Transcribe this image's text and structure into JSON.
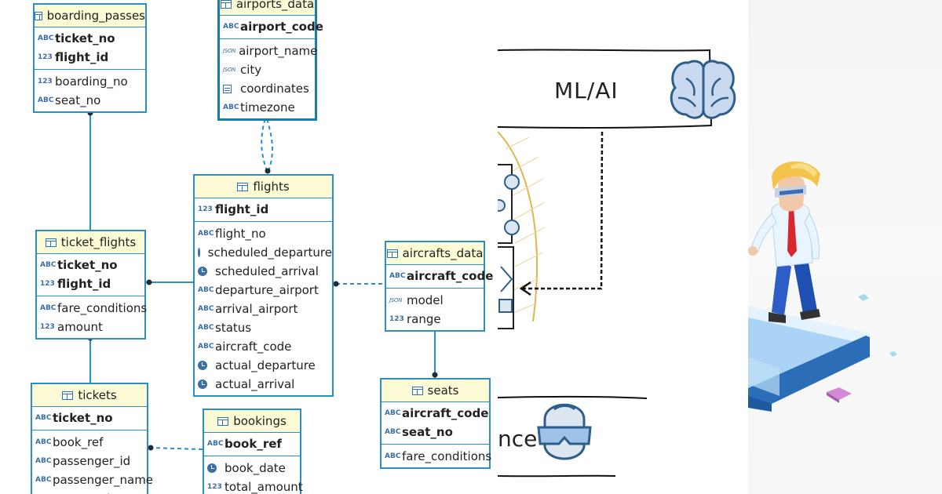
{
  "entities": {
    "boarding_passes": {
      "title": "boarding_passes",
      "keys": [
        {
          "type": "ABC",
          "name": "ticket_no"
        },
        {
          "type": "123",
          "name": "flight_id"
        }
      ],
      "cols": [
        {
          "type": "123",
          "name": "boarding_no"
        },
        {
          "type": "ABC",
          "name": "seat_no"
        }
      ]
    },
    "airports_data": {
      "title": "airports_data",
      "keys": [
        {
          "type": "ABC",
          "name": "airport_code"
        }
      ],
      "cols": [
        {
          "type": "JSON",
          "name": "airport_name"
        },
        {
          "type": "JSON",
          "name": "city"
        },
        {
          "type": "grid",
          "name": "coordinates"
        },
        {
          "type": "ABC",
          "name": "timezone"
        }
      ]
    },
    "flights": {
      "title": "flights",
      "keys": [
        {
          "type": "123",
          "name": "flight_id"
        }
      ],
      "cols": [
        {
          "type": "ABC",
          "name": "flight_no"
        },
        {
          "type": "clock",
          "name": "scheduled_departure"
        },
        {
          "type": "clock",
          "name": "scheduled_arrival"
        },
        {
          "type": "ABC",
          "name": "departure_airport"
        },
        {
          "type": "ABC",
          "name": "arrival_airport"
        },
        {
          "type": "ABC",
          "name": "status"
        },
        {
          "type": "ABC",
          "name": "aircraft_code"
        },
        {
          "type": "clock",
          "name": "actual_departure"
        },
        {
          "type": "clock",
          "name": "actual_arrival"
        }
      ]
    },
    "ticket_flights": {
      "title": "ticket_flights",
      "keys": [
        {
          "type": "ABC",
          "name": "ticket_no"
        },
        {
          "type": "123",
          "name": "flight_id"
        }
      ],
      "cols": [
        {
          "type": "ABC",
          "name": "fare_conditions"
        },
        {
          "type": "123",
          "name": "amount"
        }
      ]
    },
    "aircrafts_data": {
      "title": "aircrafts_data",
      "keys": [
        {
          "type": "ABC",
          "name": "aircraft_code"
        }
      ],
      "cols": [
        {
          "type": "JSON",
          "name": "model"
        },
        {
          "type": "123",
          "name": "range"
        }
      ]
    },
    "tickets": {
      "title": "tickets",
      "keys": [
        {
          "type": "ABC",
          "name": "ticket_no"
        }
      ],
      "cols": [
        {
          "type": "ABC",
          "name": "book_ref"
        },
        {
          "type": "ABC",
          "name": "passenger_id"
        },
        {
          "type": "ABC",
          "name": "passenger_name"
        },
        {
          "type": "ABC",
          "name": "contact_data"
        }
      ]
    },
    "bookings": {
      "title": "bookings",
      "keys": [
        {
          "type": "ABC",
          "name": "book_ref"
        }
      ],
      "cols": [
        {
          "type": "clock",
          "name": "book_date"
        },
        {
          "type": "123",
          "name": "total_amount"
        }
      ]
    },
    "seats": {
      "title": "seats",
      "keys": [
        {
          "type": "ABC",
          "name": "aircraft_code"
        },
        {
          "type": "ABC",
          "name": "seat_no"
        }
      ],
      "cols": [
        {
          "type": "ABC",
          "name": "fare_conditions"
        }
      ]
    }
  },
  "illustration": {
    "ml_label": "ML/AI",
    "science_label_fragment": "nce"
  },
  "colors": {
    "entity_border": "#2b8fc4",
    "header_fill": "#fdfbd6",
    "type_icon": "#3a6ea5"
  }
}
